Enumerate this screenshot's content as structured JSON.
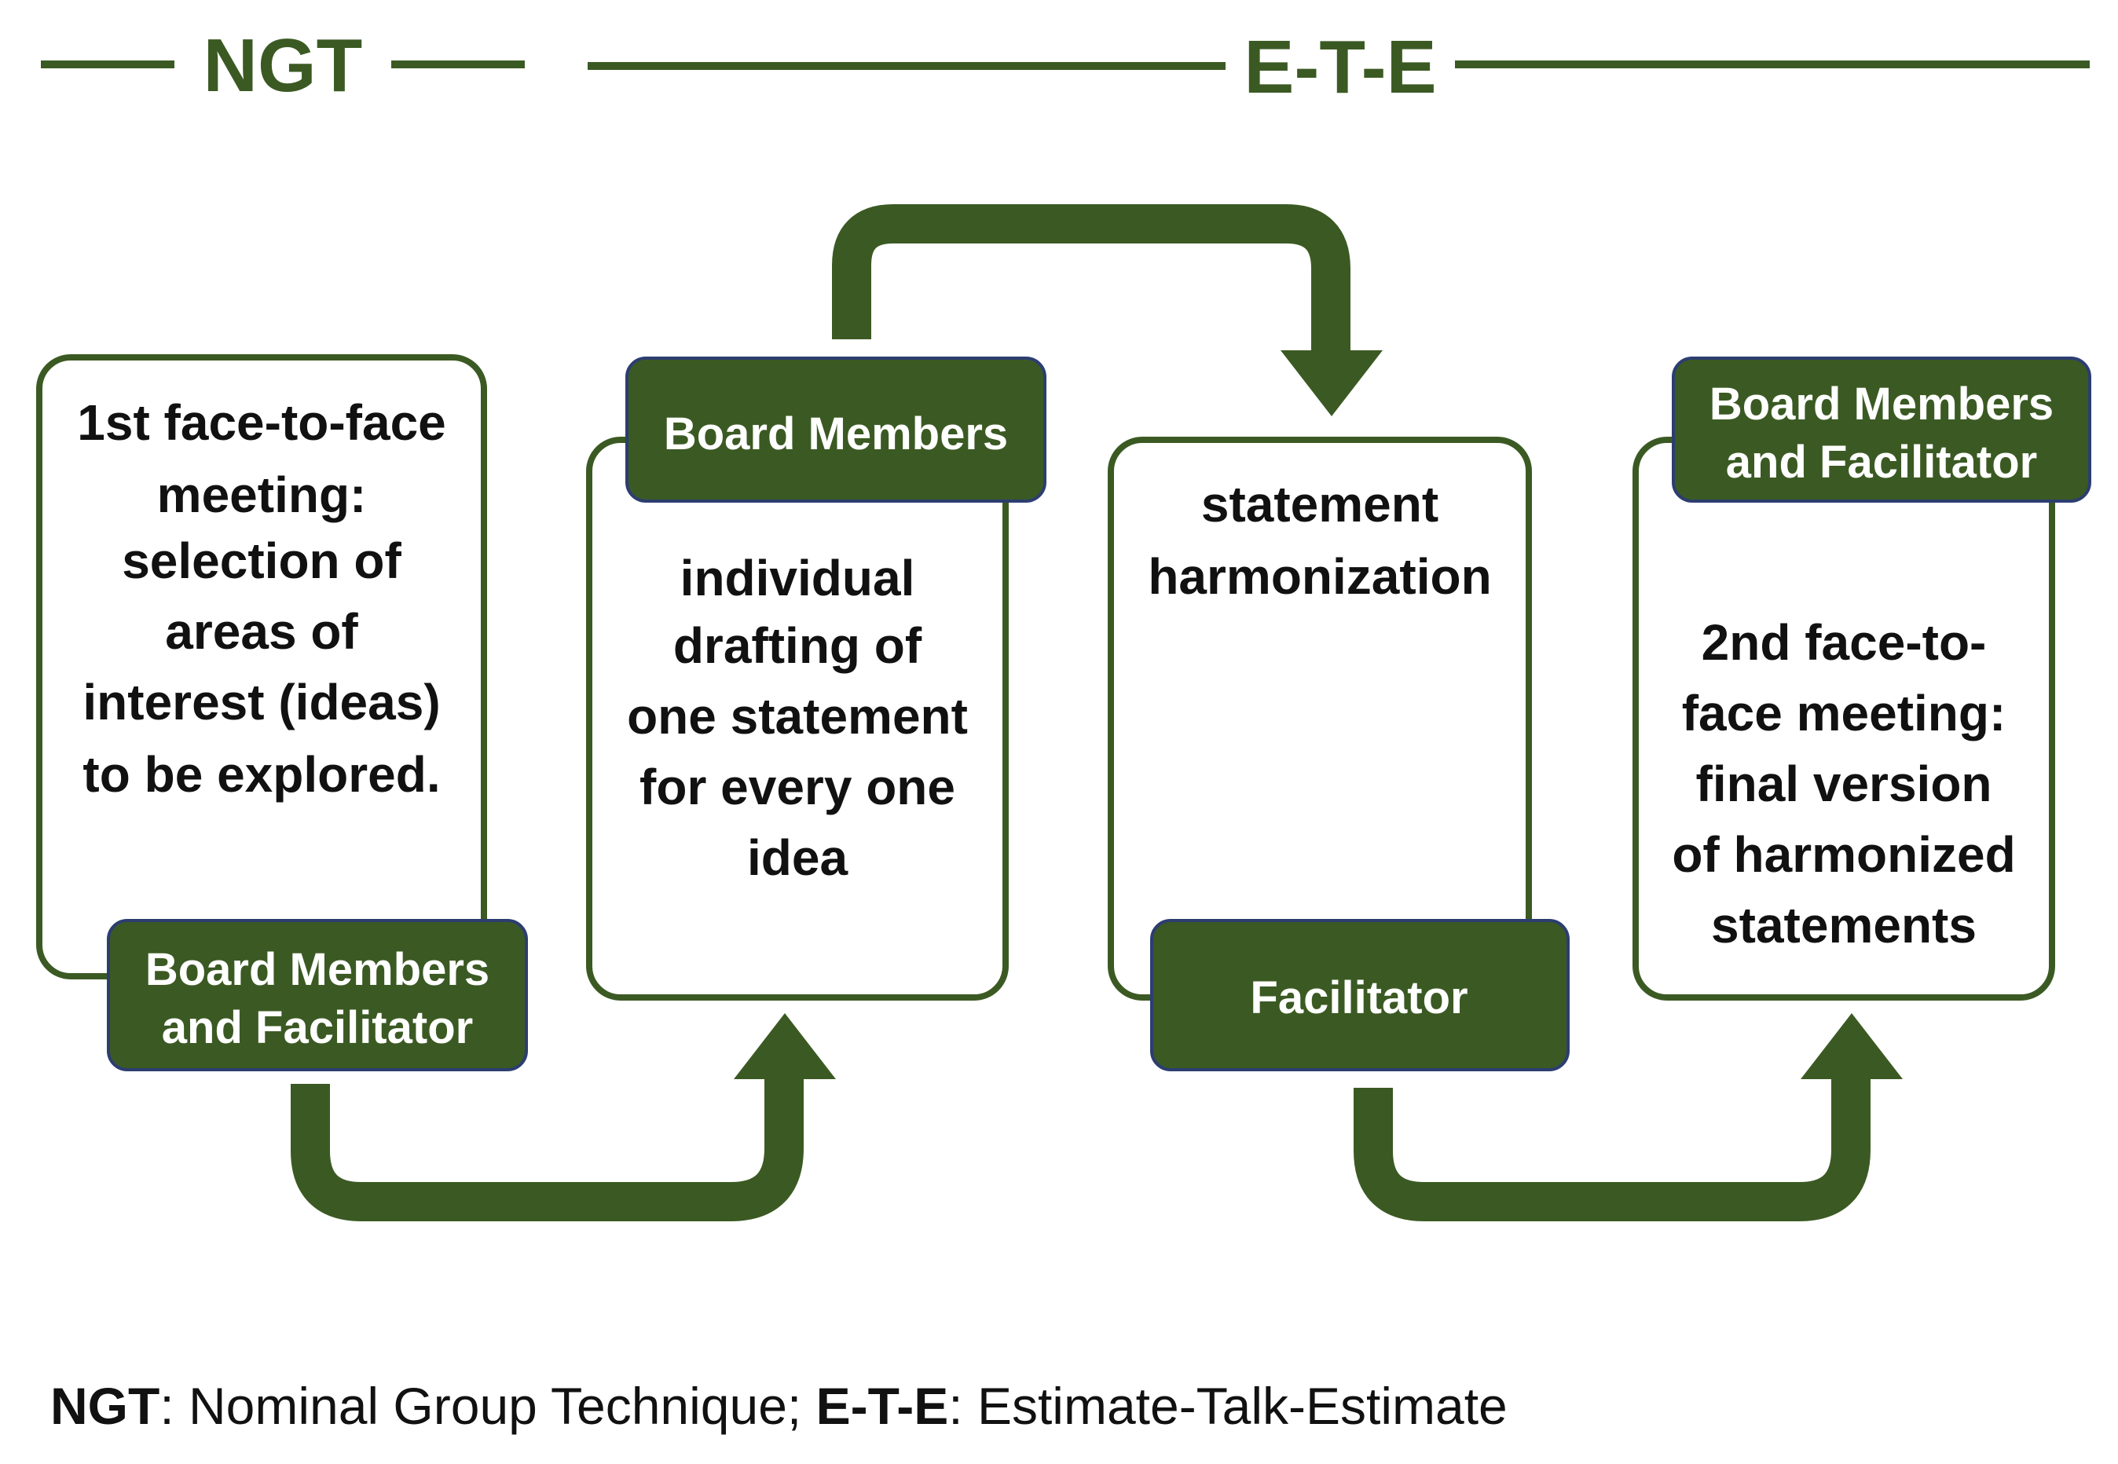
{
  "colors": {
    "accent": "#3b5a23",
    "tab_border": "#2c3e70",
    "text": "#111111",
    "tab_text": "#ffffff"
  },
  "phases": {
    "ngt": "NGT",
    "ete": "E-T-E"
  },
  "steps": [
    {
      "lines": [
        "1st face-to-face",
        "meeting:",
        "selection of",
        "areas of",
        "interest (ideas)",
        "to be explored."
      ],
      "actor": [
        "Board Members",
        "and Facilitator"
      ]
    },
    {
      "lines": [
        "individual",
        "drafting of",
        "one statement",
        "for every one",
        "idea"
      ],
      "actor": [
        "Board Members"
      ]
    },
    {
      "lines": [
        "statement",
        "harmonization"
      ],
      "actor": [
        "Facilitator"
      ]
    },
    {
      "lines": [
        "2nd face-to-",
        "face meeting:",
        "final version",
        "of harmonized",
        "statements"
      ],
      "actor": [
        "Board Members",
        "and Facilitator"
      ]
    }
  ],
  "legend": {
    "ngt_abbr": "NGT",
    "ngt_text": ": Nominal Group Technique; ",
    "ete_abbr": "E-T-E",
    "ete_text": ": Estimate-Talk-Estimate"
  }
}
